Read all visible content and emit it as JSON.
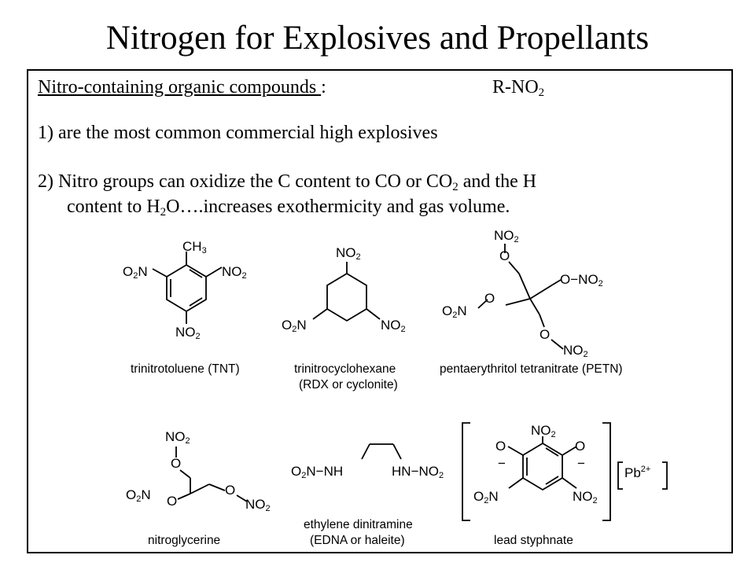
{
  "title": "Nitrogen for Explosives and Propellants",
  "heading": {
    "text": "Nitro-containing organic compounds ",
    "colon": ":",
    "formula_main": "R-NO",
    "formula_sub": "2"
  },
  "point1": "1) are the most common commercial high explosives",
  "point2": {
    "a_prefix": "2) Nitro groups can oxidize the C content to CO or CO",
    "a_sub": "2",
    "a_suffix": " and the H",
    "b_prefix": "content to H",
    "b_sub": "2",
    "b_suffix": "O….increases exothermicity and gas volume."
  },
  "compounds": {
    "tnt": {
      "label": "trinitrotoluene (TNT)"
    },
    "rdx": {
      "label1": "trinitrocyclohexane",
      "label2": "(RDX or cyclonite)"
    },
    "petn": {
      "label": "pentaerythritol tetranitrate (PETN)"
    },
    "ng": {
      "label": "nitroglycerine"
    },
    "edna": {
      "label1": "ethylene dinitramine",
      "label2": "(EDNA or haleite)"
    },
    "styph": {
      "label": "lead styphnate"
    }
  },
  "atoms": {
    "no": "NO",
    "o2": "O",
    "n": "N",
    "two": "2",
    "ch": "CH",
    "three": "3",
    "o": "O",
    "nh": "NH",
    "hn": "HN",
    "minus": "−",
    "pb": "Pb",
    "pbcharge": "2+",
    "dash": "−"
  }
}
